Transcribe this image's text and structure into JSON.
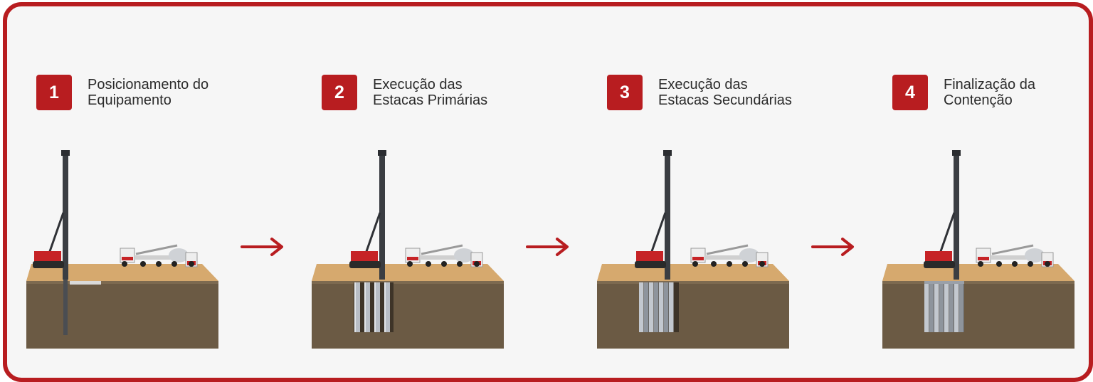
{
  "colors": {
    "frame": "#b81d20",
    "badge": "#b81d20",
    "soil_top": "#d6a96e",
    "soil_front": "#6b5a44",
    "arrow": "#b81d20"
  },
  "steps": [
    {
      "number": "1",
      "title_line1": "Posicionamento do",
      "title_line2": "Equipamento",
      "piles": 0
    },
    {
      "number": "2",
      "title_line1": "Execução das",
      "title_line2": "Estacas Primárias",
      "piles": 4
    },
    {
      "number": "3",
      "title_line1": "Execução das",
      "title_line2": "Estacas Secundárias",
      "piles": 7
    },
    {
      "number": "4",
      "title_line1": "Finalização da",
      "title_line2": "Contenção",
      "piles": 8
    }
  ],
  "arrows": [
    {
      "icon": "arrow-right-icon"
    },
    {
      "icon": "arrow-right-icon"
    },
    {
      "icon": "arrow-right-icon"
    }
  ]
}
